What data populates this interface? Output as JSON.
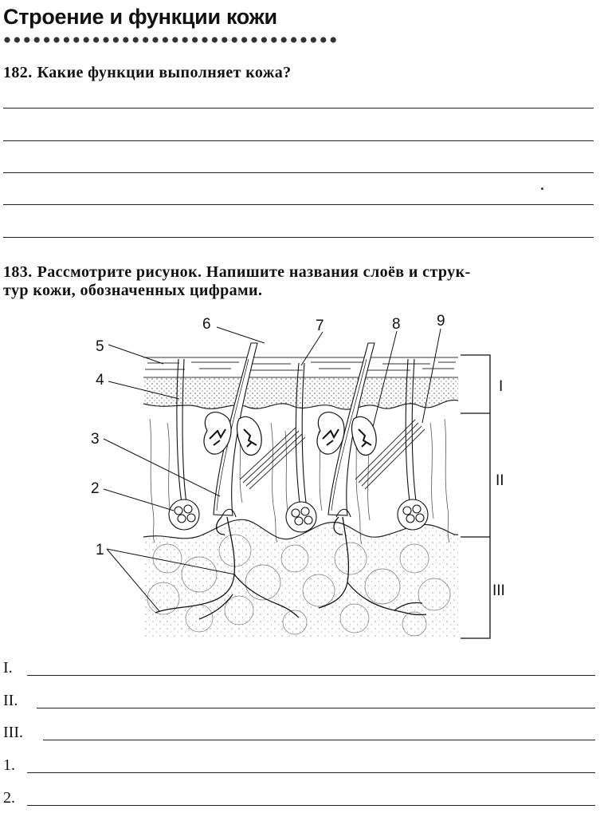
{
  "page": {
    "title": "Строение и функции кожи"
  },
  "task182": {
    "number": "182.",
    "text": "Какие функции выполняет кожа?"
  },
  "task183": {
    "number": "183.",
    "line1": "Рассмотрите рисунок. Напишите названия слоёв и струк-",
    "line2": "тур кожи, обозначенных цифрами."
  },
  "figure": {
    "number_labels": [
      "1",
      "2",
      "3",
      "4",
      "5",
      "6",
      "7",
      "8",
      "9"
    ],
    "layer_labels": [
      "I",
      "II",
      "III"
    ]
  },
  "answers": [
    {
      "label": "I."
    },
    {
      "label": "II."
    },
    {
      "label": "III."
    },
    {
      "label": "1."
    },
    {
      "label": "2."
    }
  ]
}
